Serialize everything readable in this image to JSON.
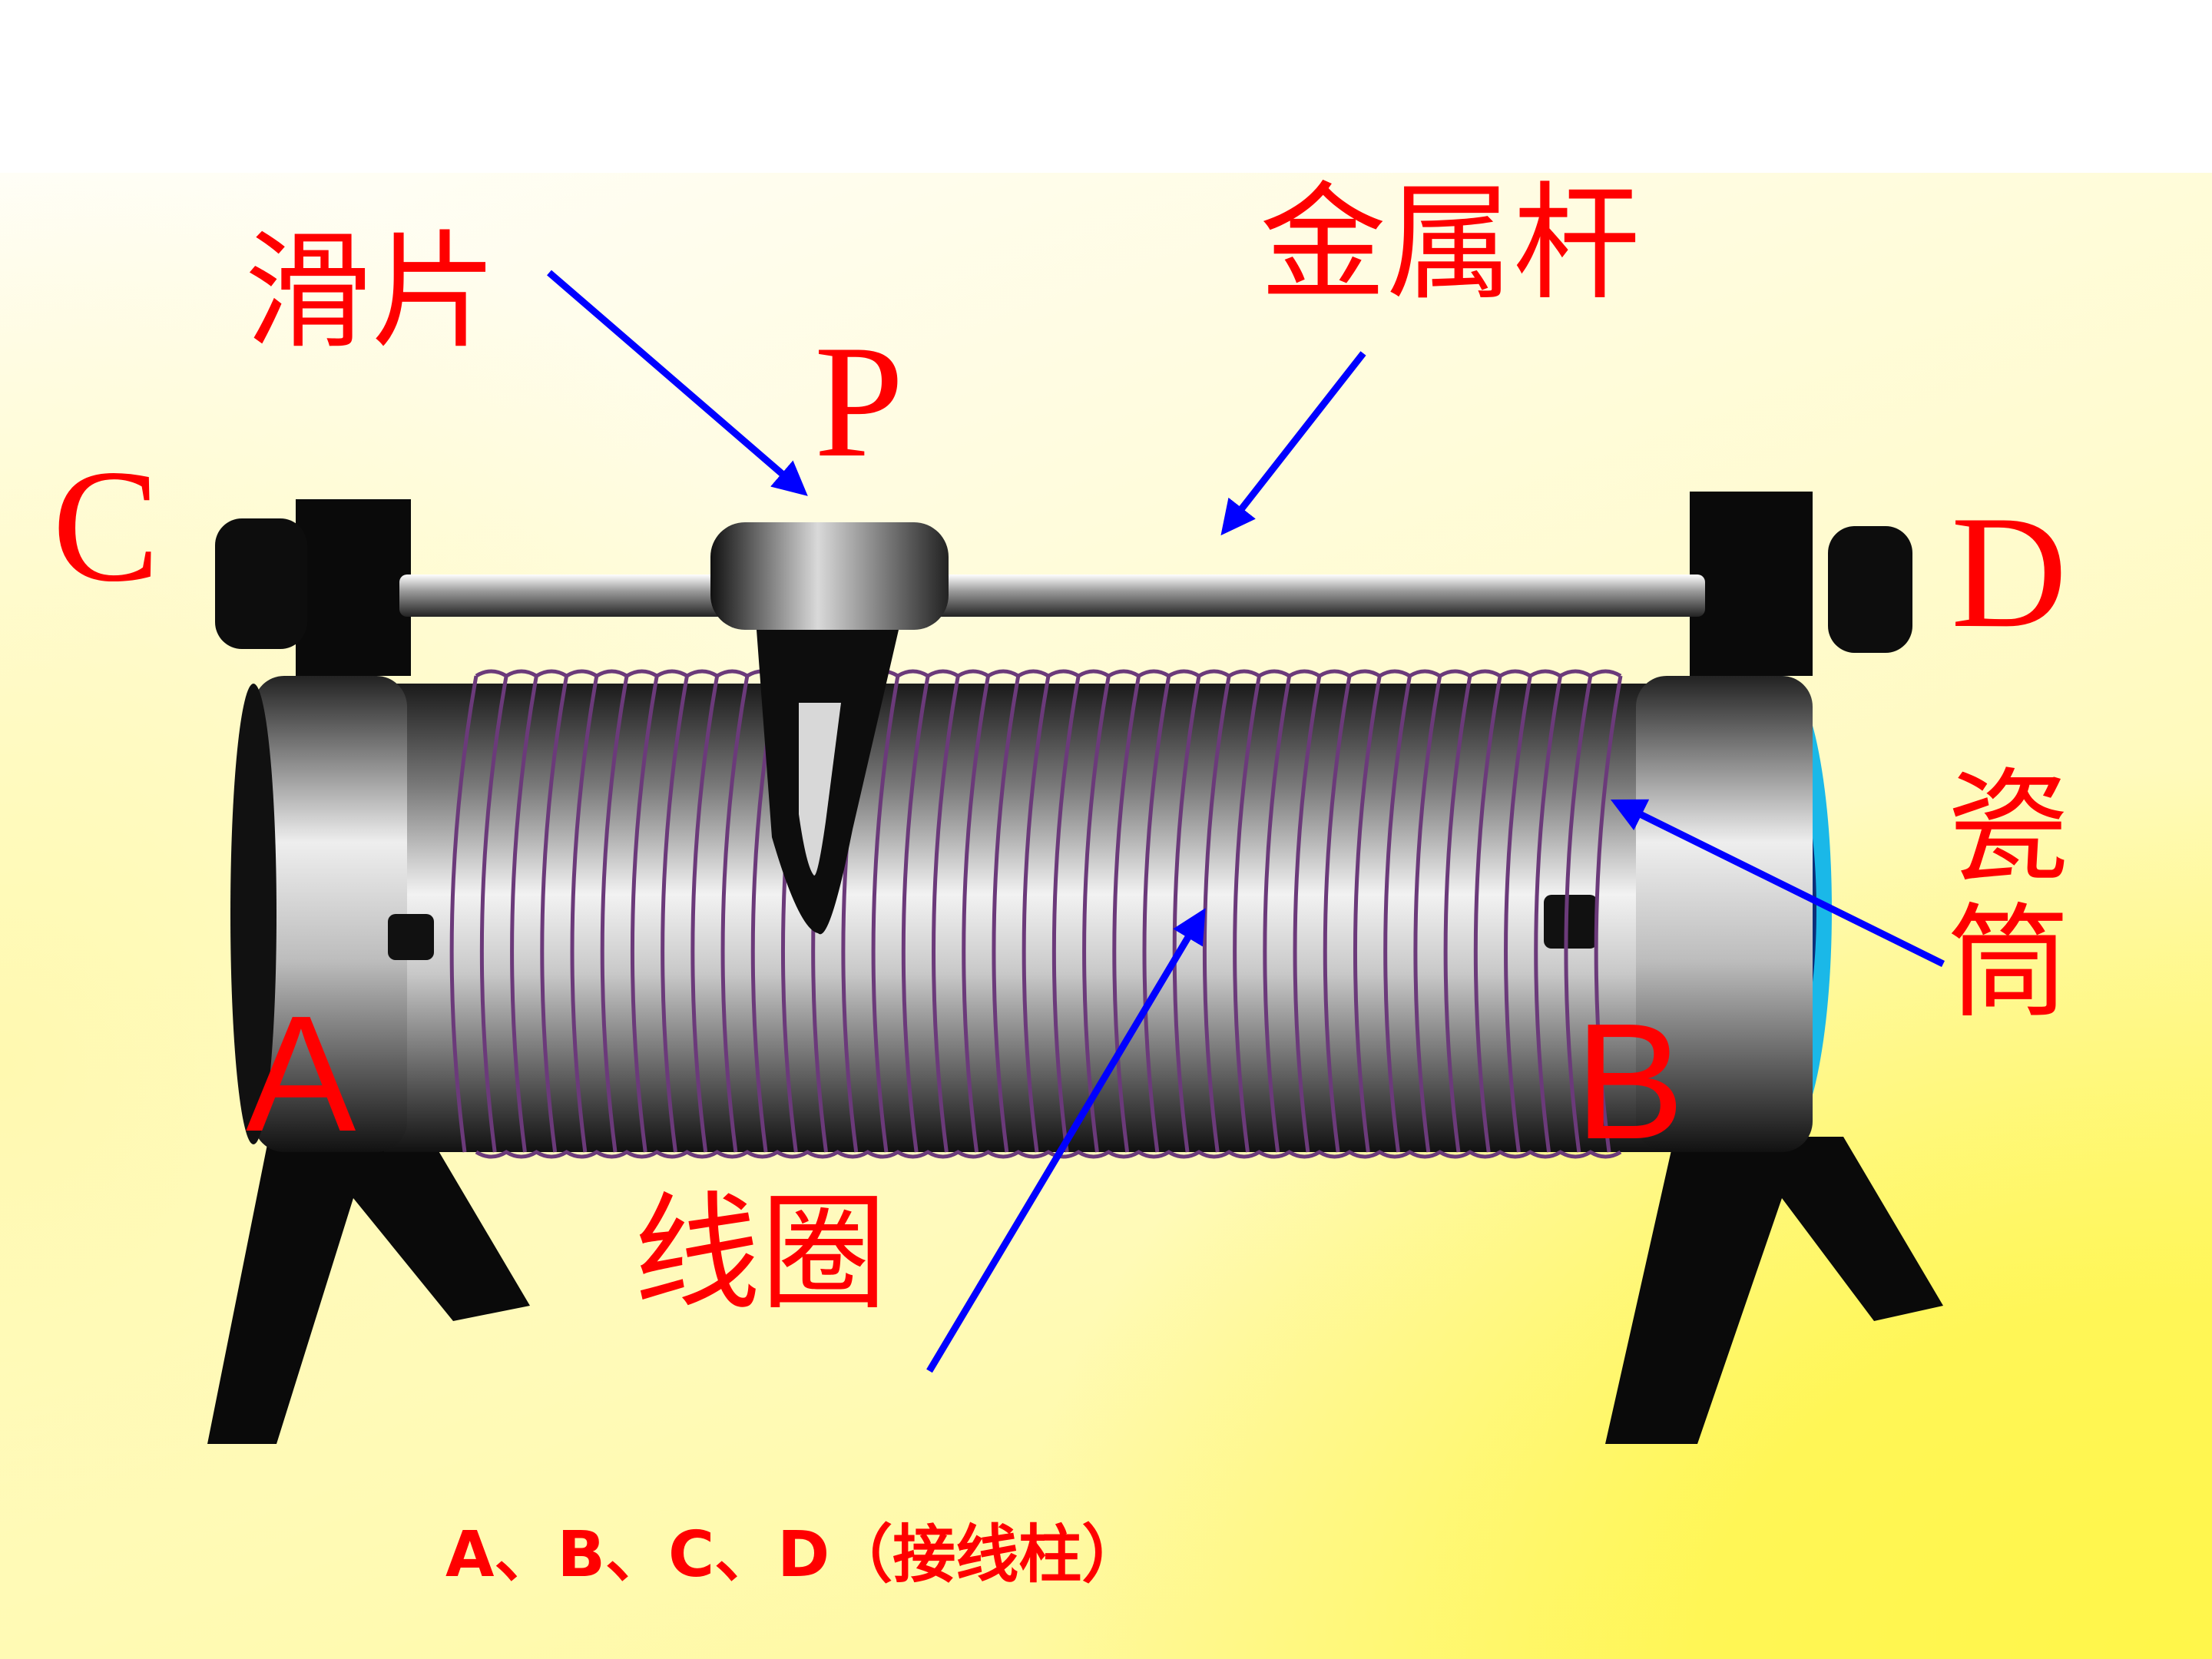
{
  "labels": {
    "slider": "滑片",
    "metal_rod": "金属杆",
    "p": "P",
    "c": "C",
    "d": "D",
    "a": "A",
    "b": "B",
    "porcelain_tube_1": "瓷",
    "porcelain_tube_2": "筒",
    "coil": "线圈",
    "terminals": "A、B、C、D（接线柱）"
  },
  "colors": {
    "label": "#ff0000",
    "arrow": "#0000ff",
    "tube_end": "#1ab8e8",
    "coil_wire": "#6b3a7a"
  }
}
